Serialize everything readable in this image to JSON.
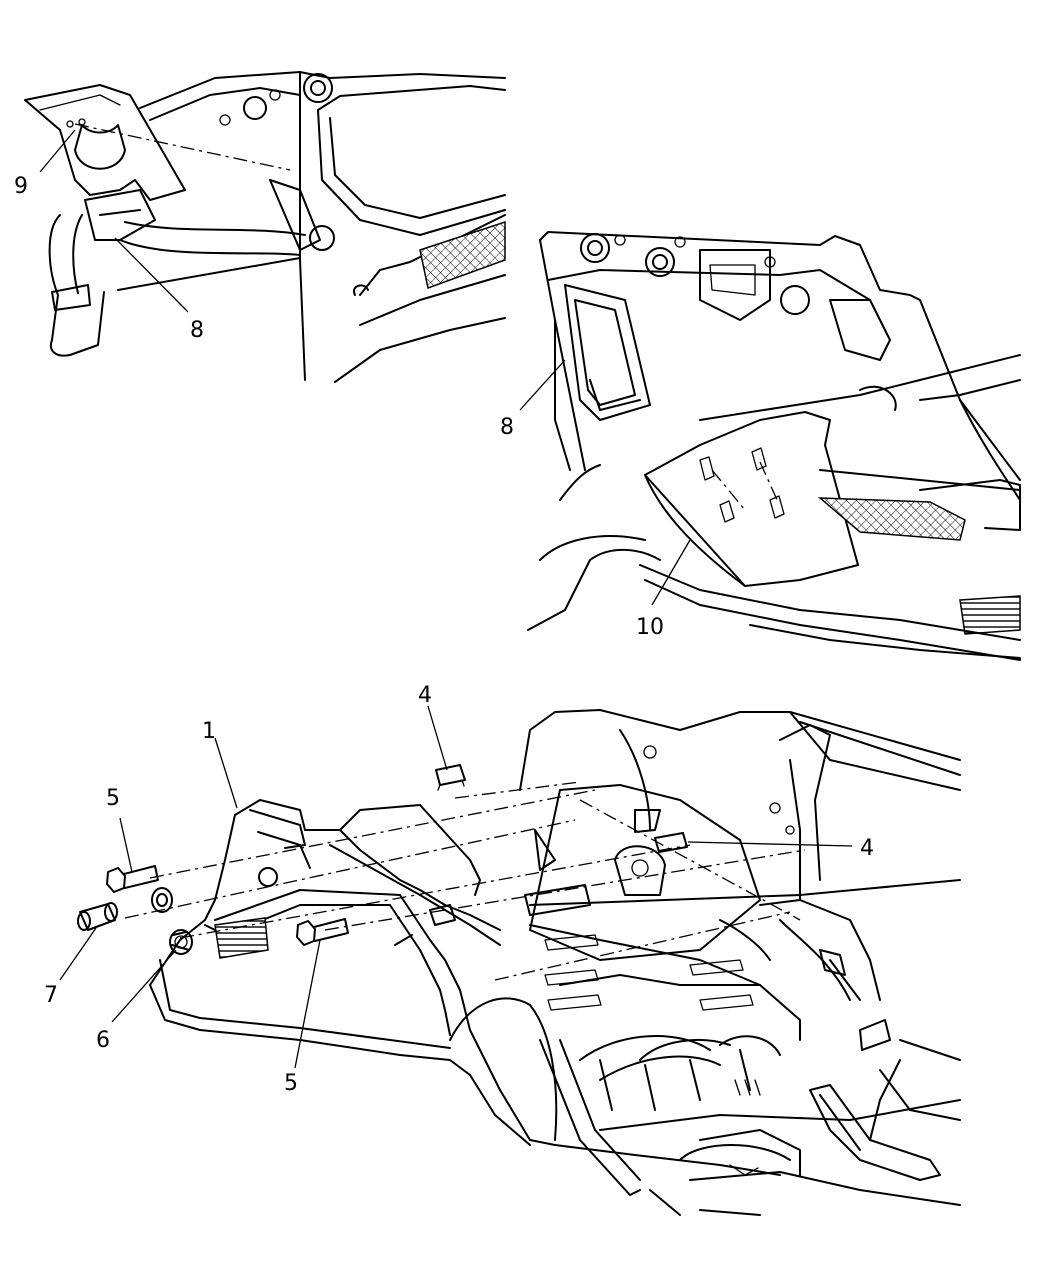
{
  "callouts": {
    "c1": "1",
    "c4a": "4",
    "c4b": "4",
    "c5a": "5",
    "c5b": "5",
    "c6": "6",
    "c7": "7",
    "c8a": "8",
    "c8b": "8",
    "c9": "9",
    "c10": "10"
  }
}
